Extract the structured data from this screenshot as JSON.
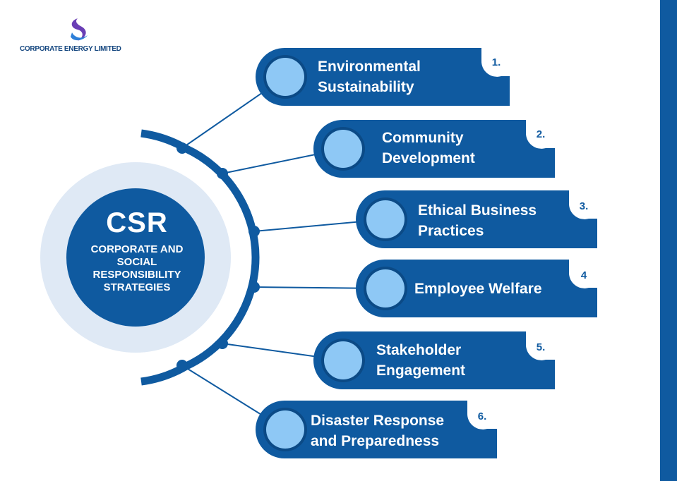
{
  "logo": {
    "company": "CORPORATE ENERGY LIMITED"
  },
  "center": {
    "title": "CSR",
    "subtitle_lines": [
      "CORPORATE AND",
      "SOCIAL",
      "RESPONSIBILITY",
      "STRATEGIES"
    ]
  },
  "items": [
    {
      "number": "1.",
      "lines": [
        "Environmental",
        "Sustainability"
      ]
    },
    {
      "number": "2.",
      "lines": [
        "Community",
        "Development"
      ]
    },
    {
      "number": "3.",
      "lines": [
        "Ethical Business",
        "Practices"
      ]
    },
    {
      "number": "4",
      "lines": [
        "Employee Welfare"
      ]
    },
    {
      "number": "5.",
      "lines": [
        "Stakeholder",
        "Engagement"
      ]
    },
    {
      "number": "6.",
      "lines": [
        "Disaster Response",
        "and Preparedness"
      ]
    }
  ],
  "colors": {
    "primary": "#0f5aa0",
    "dark": "#0b4a86",
    "light_circle": "#dfe9f5",
    "bubble": "#8ec8f5",
    "bubble_ring": "#0b4a86"
  }
}
